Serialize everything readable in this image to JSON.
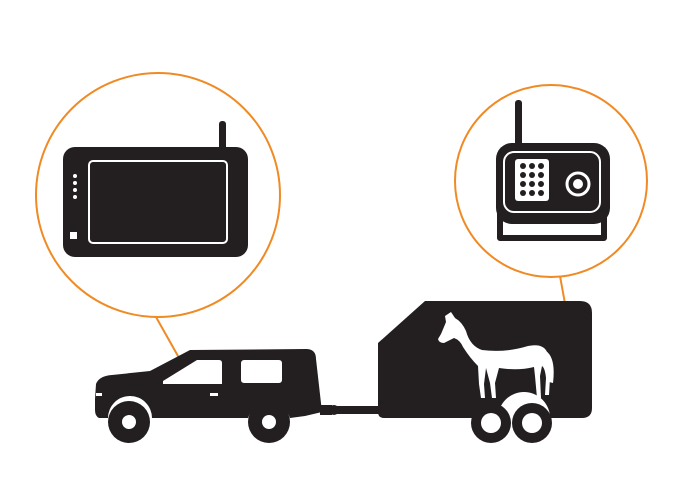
{
  "colors": {
    "accent": "#f08a24",
    "ink": "#231f20",
    "paper": "#ffffff"
  },
  "diagram": {
    "callouts": [
      {
        "name": "monitor-callout",
        "content": "monitor-icon",
        "attached_to": "car-windshield-point"
      },
      {
        "name": "camera-callout",
        "content": "camera-icon",
        "attached_to": "trailer-top-point"
      }
    ],
    "objects": [
      "car-icon",
      "horse-trailer-icon",
      "horse-icon",
      "monitor-icon",
      "camera-icon"
    ]
  }
}
